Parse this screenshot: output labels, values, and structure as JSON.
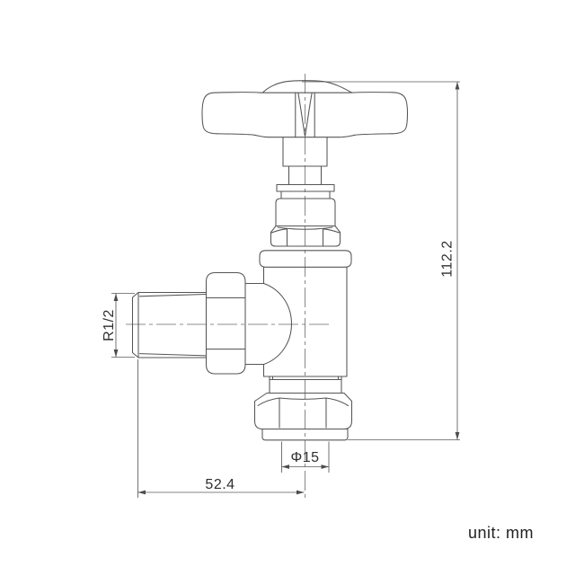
{
  "drawing": {
    "unit_note": "unit: mm",
    "dimensions": {
      "overall_height": "112.2",
      "overall_width": "52.4",
      "outlet_diameter": "Φ15",
      "inlet_thread": "R1/2"
    },
    "colors": {
      "background": "#ffffff",
      "line": "#555555",
      "dimension_line": "#5a5a5a",
      "text": "#2e2e2e"
    }
  }
}
